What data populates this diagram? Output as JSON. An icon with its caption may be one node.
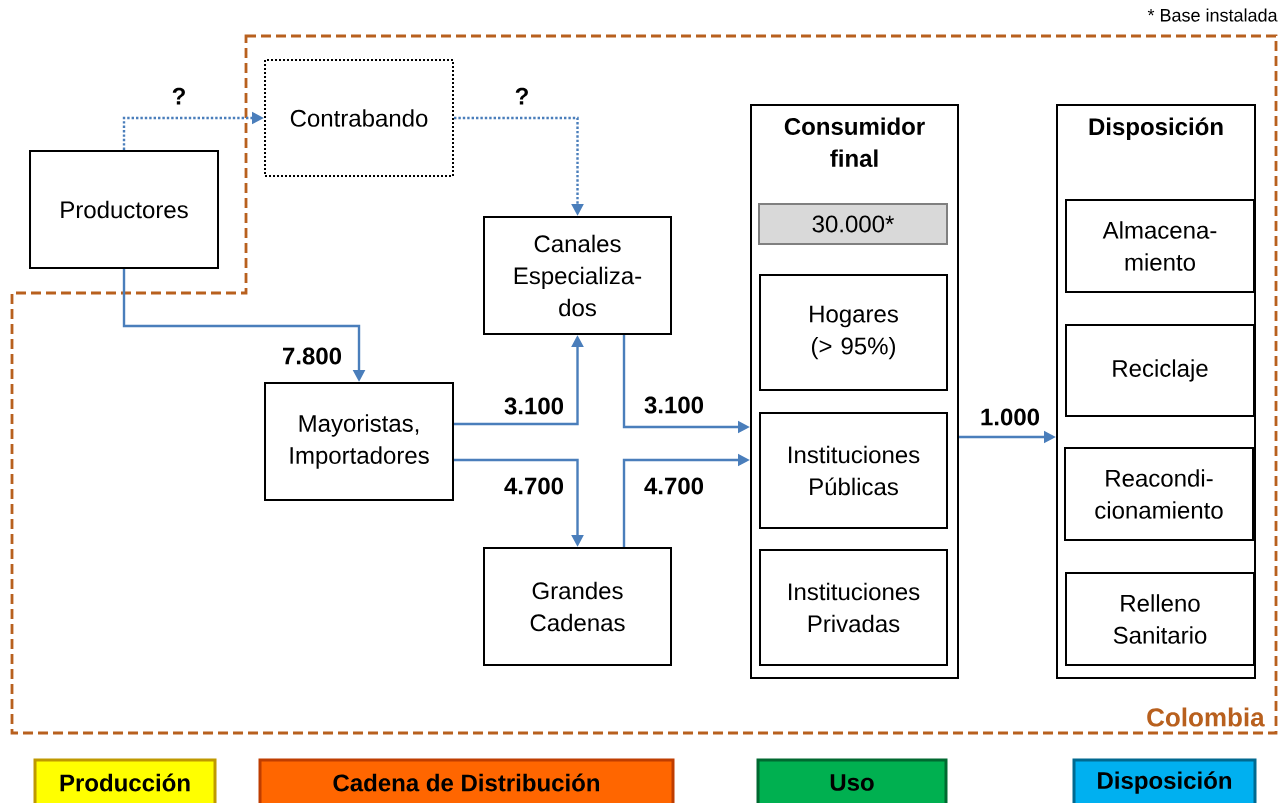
{
  "diagram": {
    "nodes": [
      {
        "text": [
          "Colombia"
        ]
      },
      {
        "text": [
          "Productores"
        ]
      },
      {
        "text": [
          "Contrabando"
        ],
        "in": 0
      },
      {
        "text": [
          "Canales Especializa-dos"
        ],
        "in": 0
      },
      {
        "text": [
          "Mayoristas, Importadores"
        ],
        "in": 0
      },
      {
        "text": [
          "Grandes Cadenas"
        ],
        "in": 0
      },
      {
        "text": [
          "Consumidor final"
        ],
        "in": 0
      },
      {
        "text": [
          "30.000*"
        ],
        "in": 6
      },
      {
        "text": [
          "Hogares (> 95%)"
        ],
        "in": 6
      },
      {
        "text": [
          "Instituciones Públicas"
        ],
        "in": 6
      },
      {
        "text": [
          "Instituciones Privadas"
        ],
        "in": 6
      },
      {
        "text": [
          "Disposición"
        ],
        "in": 0
      },
      {
        "text": [
          "Almacena-miento"
        ],
        "in": 11
      },
      {
        "text": [
          "Reciclaje"
        ],
        "in": 11
      },
      {
        "text": [
          "Reacondi-cionamiento"
        ],
        "in": 11
      },
      {
        "text": [
          "Relleno Sanitario"
        ],
        "in": 11
      }
    ],
    "edges": [
      {
        "from": 1,
        "to": 2,
        "arrow": "to",
        "label": "?",
        "style": "dashed"
      },
      {
        "from": 2,
        "to": 3,
        "arrow": "to",
        "label": "?",
        "style": "dashed"
      },
      {
        "from": 1,
        "to": 4,
        "arrow": "to",
        "label": "7.800"
      },
      {
        "from": 4,
        "to": 3,
        "arrow": "to",
        "label": "3.100"
      },
      {
        "from": 4,
        "to": 5,
        "arrow": "to",
        "label": "4.700"
      },
      {
        "from": 3,
        "to": 6,
        "arrow": "to",
        "label": "3.100"
      },
      {
        "from": 5,
        "to": 6,
        "arrow": "to",
        "label": "4.700"
      },
      {
        "from": 6,
        "to": 11,
        "arrow": "to",
        "label": "1.000"
      }
    ],
    "labels": [
      "* Base instalada"
    ],
    "legend": [
      {
        "text": "Producción",
        "color": "#ffff00"
      },
      {
        "text": "Cadena de Distribución",
        "color": "#ff6600"
      },
      {
        "text": "Uso",
        "color": "#00b050"
      },
      {
        "text": "Disposición",
        "color": "#00b0f0"
      }
    ]
  }
}
